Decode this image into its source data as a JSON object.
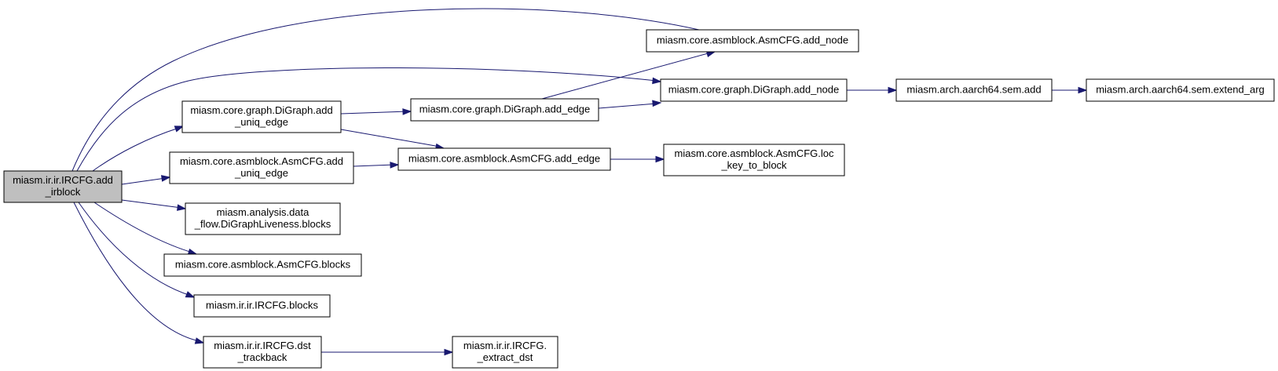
{
  "graph": {
    "colors": {
      "edge": "#191970",
      "root_fill": "#bfbfbf",
      "node_fill": "#ffffff",
      "border": "#000000"
    },
    "nodes": [
      {
        "id": "add_irblock",
        "lines": [
          "miasm.ir.ir.IRCFG.add",
          "_irblock"
        ],
        "root": true
      },
      {
        "id": "asmcfg_add_node",
        "lines": [
          "miasm.core.asmblock.AsmCFG.add_node"
        ]
      },
      {
        "id": "digraph_add_node",
        "lines": [
          "miasm.core.graph.DiGraph.add_node"
        ]
      },
      {
        "id": "sem_add",
        "lines": [
          "miasm.arch.aarch64.sem.add"
        ]
      },
      {
        "id": "sem_extend_arg",
        "lines": [
          "miasm.arch.aarch64.sem.extend_arg"
        ]
      },
      {
        "id": "digraph_add_uniq_edge",
        "lines": [
          "miasm.core.graph.DiGraph.add",
          "_uniq_edge"
        ]
      },
      {
        "id": "digraph_add_edge",
        "lines": [
          "miasm.core.graph.DiGraph.add_edge"
        ]
      },
      {
        "id": "asmcfg_add_uniq_edge",
        "lines": [
          "miasm.core.asmblock.AsmCFG.add",
          "_uniq_edge"
        ]
      },
      {
        "id": "asmcfg_add_edge",
        "lines": [
          "miasm.core.asmblock.AsmCFG.add_edge"
        ]
      },
      {
        "id": "loc_key_to_block",
        "lines": [
          "miasm.core.asmblock.AsmCFG.loc",
          "_key_to_block"
        ]
      },
      {
        "id": "liveness_blocks",
        "lines": [
          "miasm.analysis.data",
          "_flow.DiGraphLiveness.blocks"
        ]
      },
      {
        "id": "asmcfg_blocks",
        "lines": [
          "miasm.core.asmblock.AsmCFG.blocks"
        ]
      },
      {
        "id": "ircfg_blocks",
        "lines": [
          "miasm.ir.ir.IRCFG.blocks"
        ]
      },
      {
        "id": "dst_trackback",
        "lines": [
          "miasm.ir.ir.IRCFG.dst",
          "_trackback"
        ]
      },
      {
        "id": "extract_dst",
        "lines": [
          "miasm.ir.ir.IRCFG.",
          "_extract_dst"
        ]
      }
    ],
    "edges": [
      {
        "from": "add_irblock",
        "to": "asmcfg_add_node"
      },
      {
        "from": "add_irblock",
        "to": "digraph_add_node"
      },
      {
        "from": "add_irblock",
        "to": "digraph_add_uniq_edge"
      },
      {
        "from": "add_irblock",
        "to": "asmcfg_add_uniq_edge"
      },
      {
        "from": "add_irblock",
        "to": "liveness_blocks"
      },
      {
        "from": "add_irblock",
        "to": "asmcfg_blocks"
      },
      {
        "from": "add_irblock",
        "to": "ircfg_blocks"
      },
      {
        "from": "add_irblock",
        "to": "dst_trackback"
      },
      {
        "from": "digraph_add_uniq_edge",
        "to": "digraph_add_edge"
      },
      {
        "from": "digraph_add_uniq_edge",
        "to": "asmcfg_add_edge"
      },
      {
        "from": "digraph_add_edge",
        "to": "asmcfg_add_node"
      },
      {
        "from": "digraph_add_edge",
        "to": "digraph_add_node"
      },
      {
        "from": "asmcfg_add_uniq_edge",
        "to": "asmcfg_add_edge"
      },
      {
        "from": "asmcfg_add_edge",
        "to": "loc_key_to_block"
      },
      {
        "from": "digraph_add_node",
        "to": "sem_add"
      },
      {
        "from": "sem_add",
        "to": "sem_extend_arg"
      },
      {
        "from": "dst_trackback",
        "to": "extract_dst"
      }
    ]
  }
}
